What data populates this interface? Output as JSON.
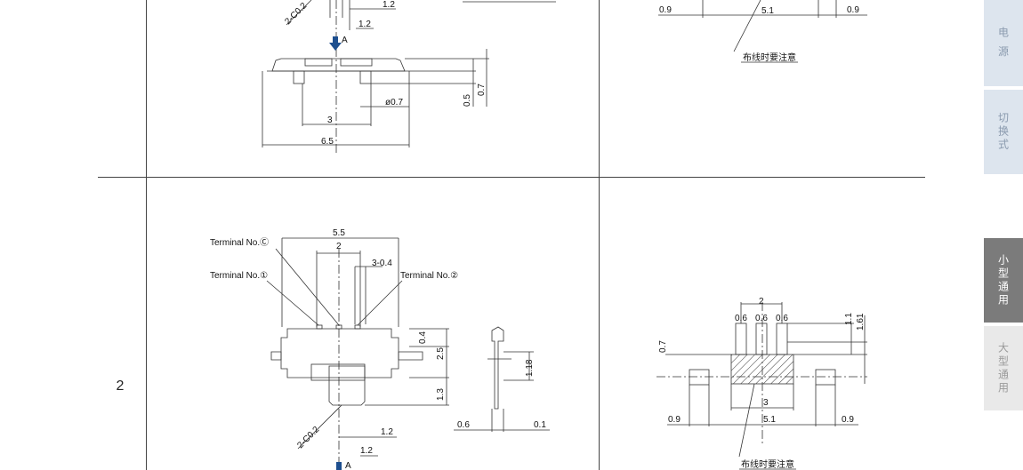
{
  "table": {
    "row_number": "2"
  },
  "drawing_top_left": {
    "chamfer": "2-C0.2",
    "dims": [
      "1.2",
      "1.2",
      "3",
      "6.5",
      "ø0.7",
      "0.5",
      "0.7"
    ],
    "arrow_label": "A"
  },
  "drawing_top_right": {
    "dims": [
      "0.9",
      "5.1",
      "0.9"
    ],
    "note": "布线时要注意"
  },
  "drawing_bottom_left": {
    "terminals": [
      "Terminal No.Ⓒ",
      "Terminal No.①",
      "Terminal No.②"
    ],
    "dims": [
      "5.5",
      "2",
      "3-0.4",
      "0.4",
      "2.5",
      "1.3",
      "1.2",
      "1.2",
      "2-C0.2"
    ],
    "side_dims": [
      "1.18",
      "0.6",
      "0.1"
    ],
    "arrow_label": "A"
  },
  "drawing_bottom_right": {
    "dims": [
      "2",
      "0.6",
      "0.6",
      "0.6",
      "1.1",
      "1.61",
      "0.7",
      "3",
      "0.9",
      "5.1",
      "0.9"
    ],
    "note": "布线时要注意"
  },
  "sidebar": {
    "tabs": [
      {
        "label": "电 源",
        "active": false
      },
      {
        "label": "切换式",
        "active": false
      },
      {
        "label": "小型通用",
        "active": true
      },
      {
        "label": "大型通用",
        "active": false
      }
    ]
  }
}
